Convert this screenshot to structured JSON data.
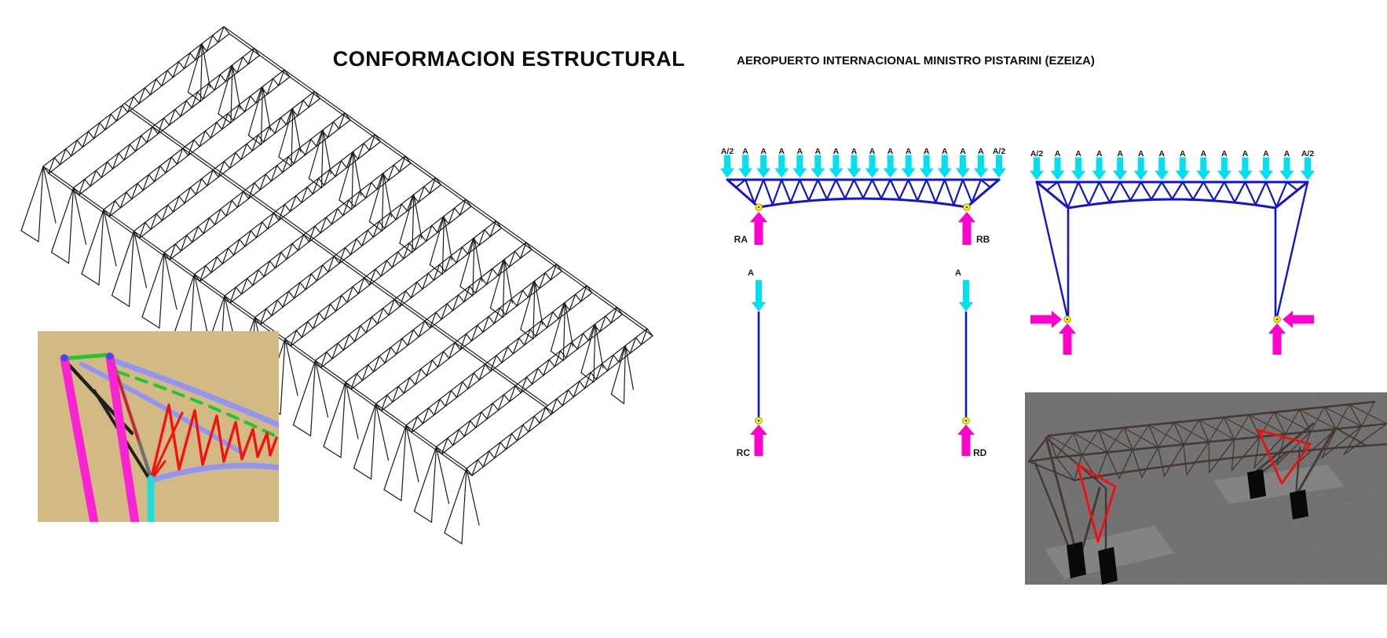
{
  "title": "CONFORMACION ESTRUCTURAL",
  "subtitle": "AEROPUERTO INTERNACIONAL MINISTRO PISTARINI (EZEIZA)",
  "palette": {
    "diagram_blue": "#1212dd",
    "load_cyan": "#00e0ef",
    "reaction_magenta": "#ff00cf",
    "node_yellow": "#ffff00",
    "node_ring": "#b0a000",
    "wireframe_black": "#1b1b1b",
    "render_bg_tan": "#d3b983",
    "member_magenta": "#f923d4",
    "member_cyan": "#22dcdc",
    "member_periwinkle": "#9195f5",
    "member_green": "#21c631",
    "member_red": "#f31212",
    "member_dark": "#1f1f1f",
    "member_gray": "#707070",
    "bw_ink": "#453931",
    "bw_red": "#f70c0c"
  },
  "truss_diagram_simple": {
    "load_labels": [
      "A/2",
      "A",
      "A",
      "A",
      "A",
      "A",
      "A",
      "A",
      "A",
      "A",
      "A",
      "A",
      "A",
      "A",
      "A",
      "A/2"
    ],
    "reaction_left": "RA",
    "reaction_right": "RB"
  },
  "column_diagrams": {
    "left": {
      "load_label": "A",
      "reaction_label": "RC"
    },
    "right": {
      "load_label": "A",
      "reaction_label": "RD"
    }
  },
  "truss_diagram_frame": {
    "load_labels": [
      "A/2",
      "A",
      "A",
      "A",
      "A",
      "A",
      "A",
      "A",
      "A",
      "A",
      "A",
      "A",
      "A",
      "A/2"
    ]
  },
  "wireframe_model": {
    "module_count": 15
  }
}
